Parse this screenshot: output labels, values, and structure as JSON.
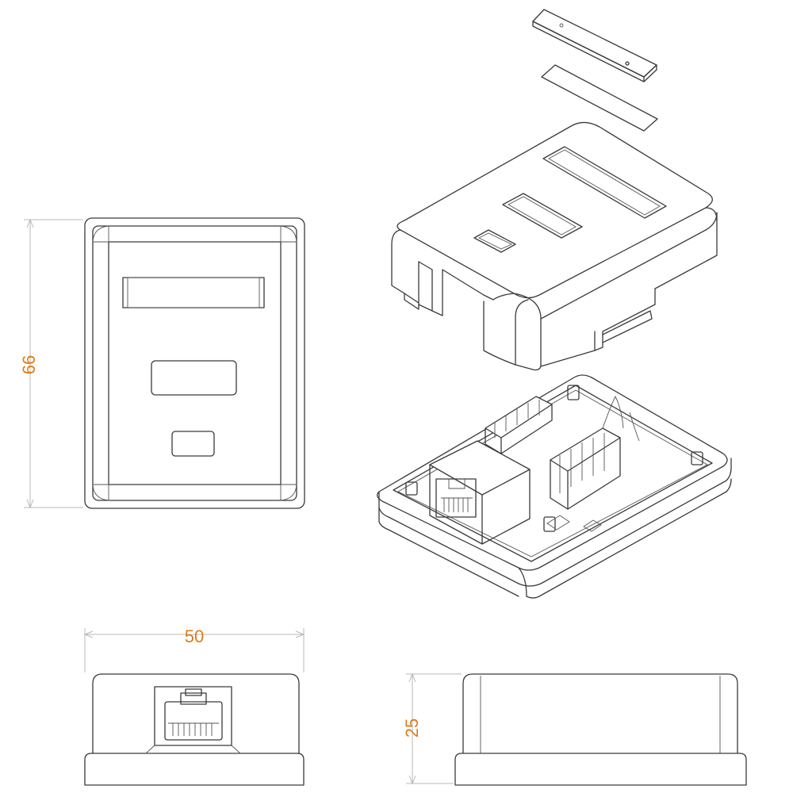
{
  "dimensions": {
    "height": "66",
    "width": "50",
    "depth": "25"
  },
  "colors": {
    "dimension_text": "#e07b1a",
    "line": "#3a3a3a",
    "dimension_line": "#b8b8b8"
  },
  "views": [
    "front-view",
    "exploded-isometric-view",
    "bottom-view",
    "side-view"
  ]
}
